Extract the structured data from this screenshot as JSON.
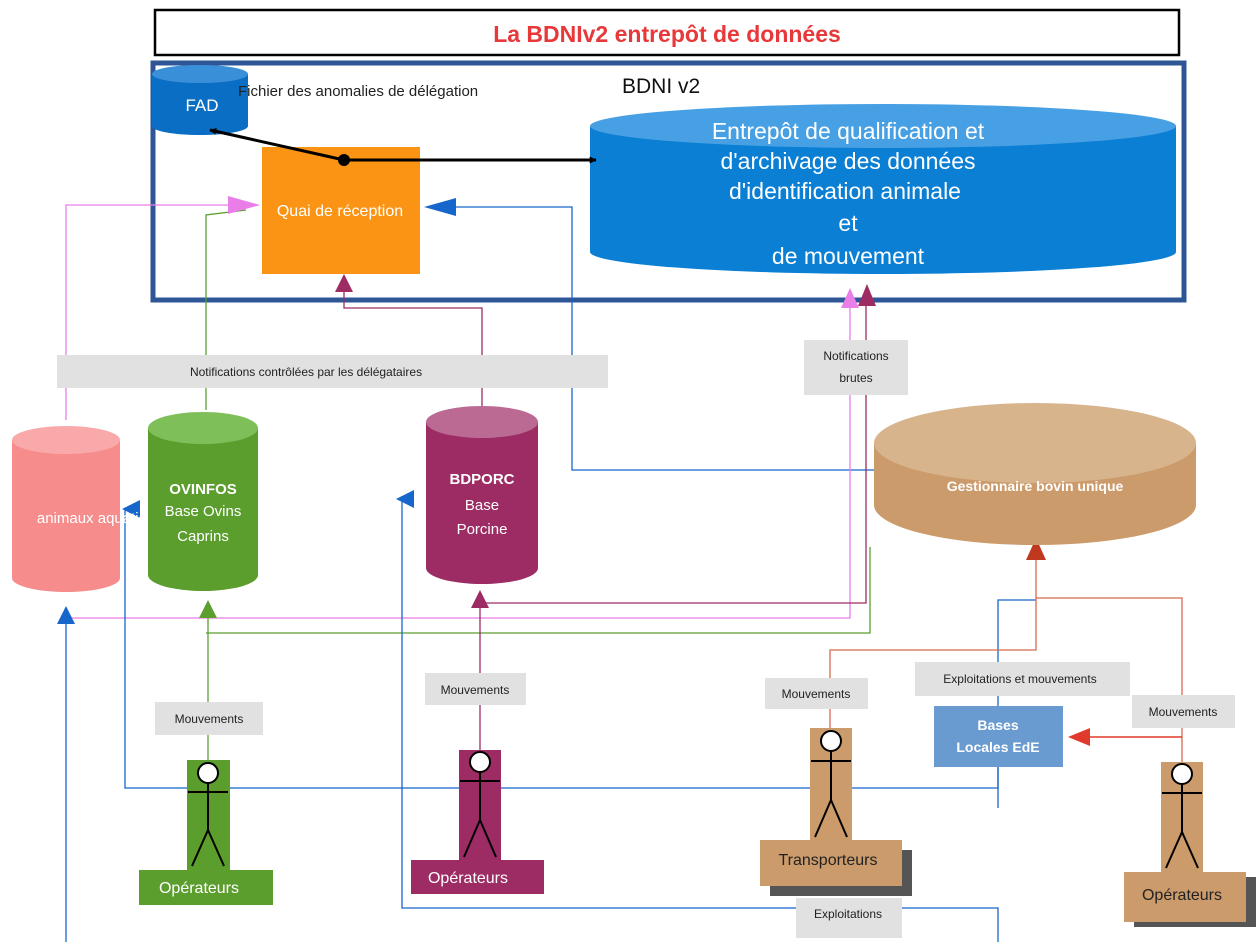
{
  "title": "La BDNIv2 entrepôt de données",
  "bdni": {
    "label": "BDNI v2",
    "fad_label": "FAD",
    "fad_caption": "Fichier des anomalies de délégation",
    "quai_label": "Quai de réception",
    "warehouse_lines": [
      "Entrepôt de qualification et",
      "d'archivage des données",
      "d'identification animale",
      "et",
      "de mouvement"
    ]
  },
  "labels": {
    "notif_controlees": "Notifications contrôlées par les délégataires",
    "notif_brutes_1": "Notifications",
    "notif_brutes_2": "brutes",
    "mouvements": "Mouvements",
    "exploitations_mouvements": "Exploitations et mouvements",
    "exploitations": "Exploitations"
  },
  "databases": {
    "aquatiques": "animaux aquatiques",
    "ovinfos_name": "OVINFOS",
    "ovinfos_line1": "Base Ovins",
    "ovinfos_line2": "Caprins",
    "bdporc_name": "BDPORC",
    "bdporc_line1": "Base",
    "bdporc_line2": "Porcine",
    "bovin": "Gestionnaire bovin unique",
    "bases_locales_1": "Bases",
    "bases_locales_2": "Locales EdE"
  },
  "actors": {
    "operateurs": "Opérateurs",
    "transporteurs": "Transporteurs"
  },
  "colors": {
    "title_red": "#e8383a",
    "frame_blue": "#2e5596",
    "warehouse_blue": "#0a7fd4",
    "quai_orange": "#fb9414",
    "aquatic_pink": "#f68c8c",
    "ovin_green": "#5b9e2e",
    "porc_purple": "#9c2c63",
    "bovin_tan": "#cc9b6b",
    "bases_blue": "#6a9bd0",
    "arrow_blue": "#1666cc",
    "arrow_pink": "#ea7ee8",
    "arrow_red": "#e03a2c",
    "label_grey": "#e1e1e1"
  }
}
